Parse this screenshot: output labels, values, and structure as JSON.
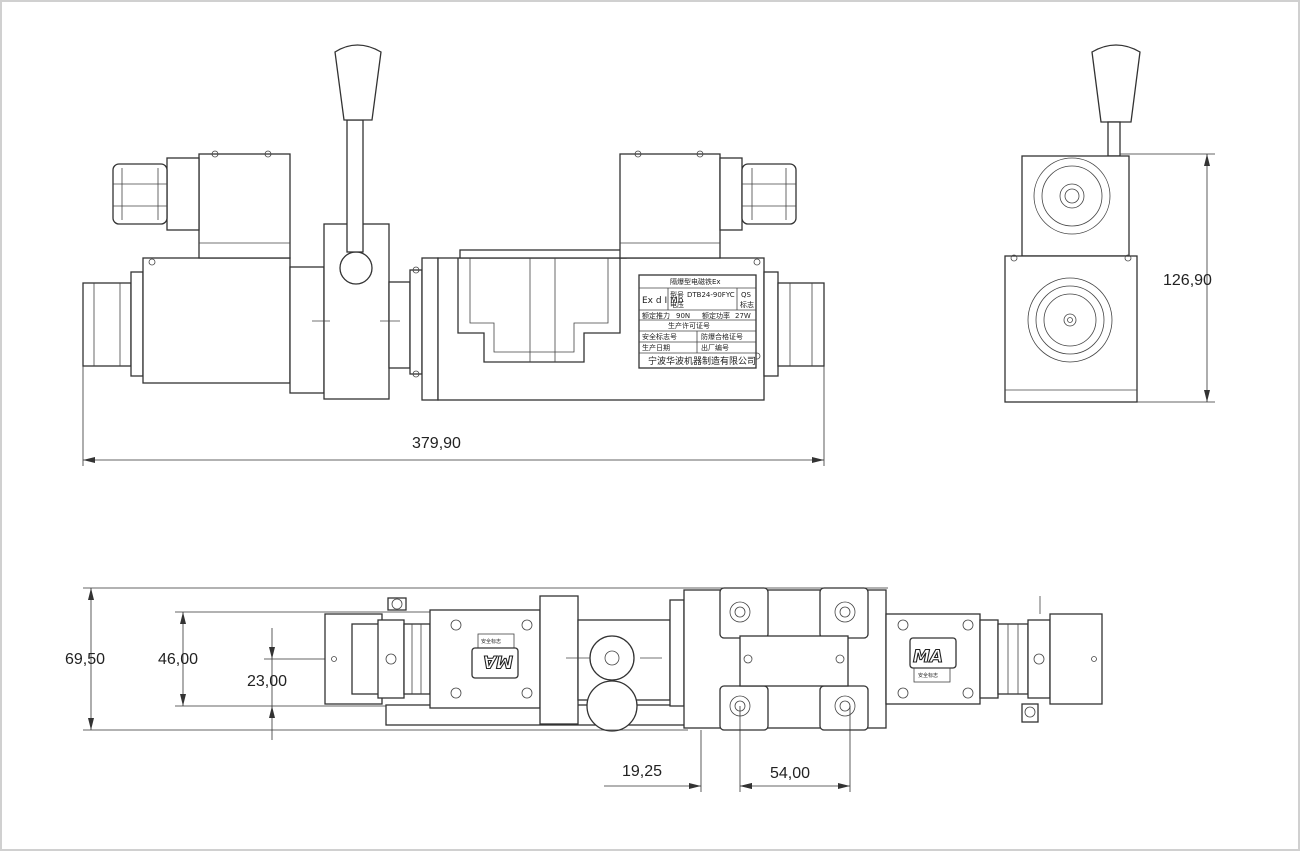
{
  "dimensions": {
    "total_length": "379,90",
    "side_height": "126,90",
    "bottom_height_outer": "69,50",
    "bottom_height_mid": "46,00",
    "bottom_height_inner": "23,00",
    "offset_small": "19,25",
    "port_spacing": "54,00"
  },
  "nameplate": {
    "title": "隔爆型电磁铁Ex",
    "ex_mark": "Ex d I Mb",
    "model_label": "型号",
    "model_value": "DTB24-90FYC",
    "voltage_label": "电压",
    "qs_mark": "QS",
    "std_mark": "标志",
    "force_label": "额定推力",
    "force_value": "90N",
    "power_label": "额定功率",
    "power_value": "27W",
    "license_label": "生产许可证号",
    "safety_label": "安全标志号",
    "explosion_label": "防爆合格证号",
    "date_label": "生产日期",
    "serial_label": "出厂编号",
    "manufacturer": "宁波华波机器制造有限公司"
  },
  "logos": {
    "ma_left": "MA",
    "ma_right": "MA",
    "ma_label": "安全标志"
  }
}
